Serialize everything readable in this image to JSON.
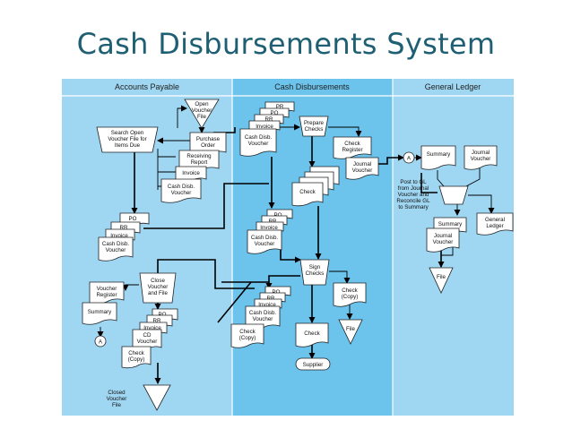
{
  "title": "Cash Disbursements System",
  "colors": {
    "title": "#1f5f73",
    "lane_light": "#9fd6f2",
    "lane_dark": "#6cc3ec",
    "divider": "#ffffff"
  },
  "lanes": [
    "Accounts Payable",
    "Cash Disbursements",
    "General Ledger"
  ],
  "ap": {
    "open_voucher_file": [
      "Open",
      "Voucher",
      "File"
    ],
    "search_process": [
      "Search Open",
      "Voucher File for",
      "Items Due"
    ],
    "docs_top": [
      "Purchase",
      "Order",
      "Receiving",
      "Report",
      "Invoice",
      "Cash Disb.",
      "Voucher"
    ],
    "docs_mid": [
      "PO",
      "RR",
      "Invoice",
      "Cash Disb.",
      "Voucher"
    ],
    "close_process": [
      "Close",
      "Voucher",
      "and File"
    ],
    "voucher_register": [
      "Voucher",
      "Register"
    ],
    "summary": "Summary",
    "connector": "A",
    "docs_bottom": [
      "PO",
      "RR",
      "Invoice",
      "CD",
      "Voucher",
      "Check",
      "(Copy)"
    ],
    "closed_file": [
      "Closed",
      "Voucher",
      "File"
    ]
  },
  "cd": {
    "docs_top": [
      "PR",
      "PO",
      "RR",
      "Invoice",
      "Cash Disb.",
      "Voucher"
    ],
    "prepare_process": [
      "Prepare",
      "Checks"
    ],
    "check_register": [
      "Check",
      "Register"
    ],
    "journal_voucher": [
      "Journal",
      "Voucher"
    ],
    "check": "Check",
    "docs_mid": [
      "PO",
      "RR",
      "Invoice",
      "Cash Disb.",
      "Voucher"
    ],
    "sign_process": [
      "Sign",
      "Checks"
    ],
    "docs_low": [
      "PO",
      "RR",
      "Invoice",
      "Cash Disb.",
      "Voucher",
      "Check",
      "(Copy)"
    ],
    "check_copy": [
      "Check",
      "(Copy)"
    ],
    "file": "File",
    "supplier": "Supplier"
  },
  "gl": {
    "connector": "A",
    "summary": "Summary",
    "journal_voucher": [
      "Journal",
      "Voucher"
    ],
    "post_process": [
      "Post to GL",
      "from Journal",
      "Voucher and",
      "Reconcile GL",
      "to Summary"
    ],
    "general_ledger": [
      "General",
      "Ledger"
    ],
    "file": "File"
  }
}
